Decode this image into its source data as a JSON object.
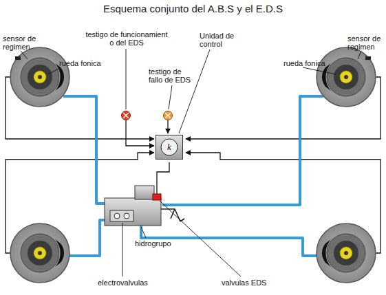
{
  "diagram": {
    "title": "Esquema conjunto del A.B.S y el E.D.S",
    "nodes": [
      {
        "text": [
          "k"
        ]
      }
    ],
    "edges": [],
    "labels": [
      "sensor de regimen",
      "rueda fonica",
      "testigo de funcionamient o del EDS",
      "testigo de fallo de EDS",
      "Unidad de control",
      "rueda fonica",
      "sensor de regimen",
      "hidrogrupo",
      "electrovalvulas",
      "valvulas EDS"
    ]
  }
}
